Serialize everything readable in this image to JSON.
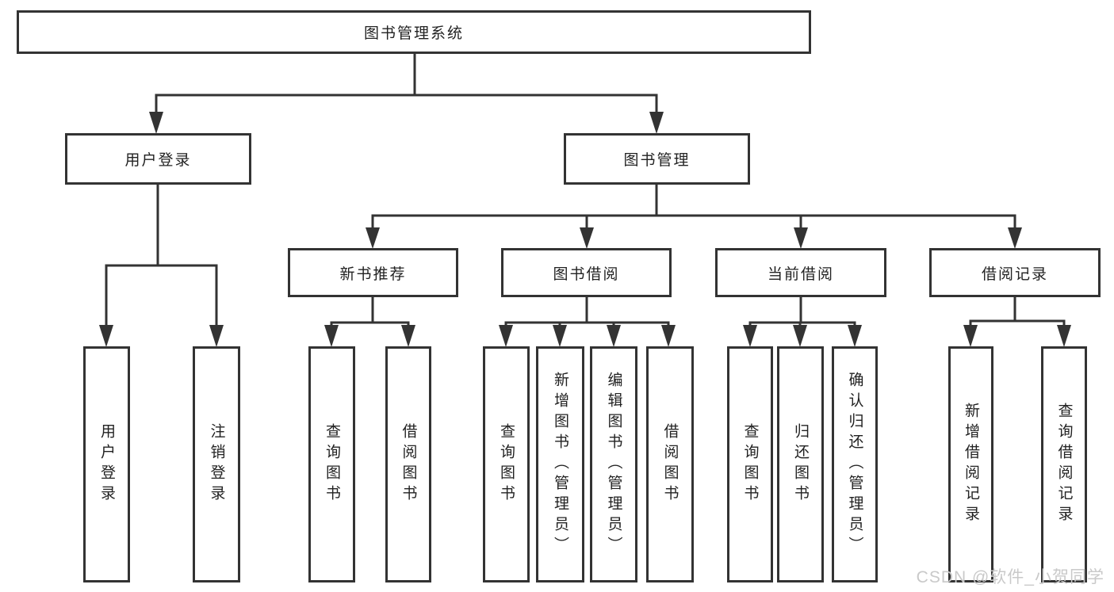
{
  "diagram": {
    "type": "tree",
    "title": "图书管理系统",
    "root": {
      "label": "图书管理系统"
    },
    "branches": [
      {
        "label": "用户登录",
        "leaves": [
          "用户登录",
          "注销登录"
        ]
      },
      {
        "label": "图书管理",
        "children": [
          {
            "label": "新书推荐",
            "leaves": [
              "查询图书",
              "借阅图书"
            ]
          },
          {
            "label": "图书借阅",
            "leaves": [
              "查询图书",
              "新增图书（管理员）",
              "编辑图书（管理员）",
              "借阅图书"
            ]
          },
          {
            "label": "当前借阅",
            "leaves": [
              "查询图书",
              "归还图书",
              "确认归还（管理员）"
            ]
          },
          {
            "label": "借阅记录",
            "leaves": [
              "新增借阅记录",
              "查询借阅记录"
            ]
          }
        ]
      }
    ],
    "watermark": "CSDN @软件_小贺同学",
    "colors": {
      "line": "#333333",
      "box_border": "#333333",
      "box_fill": "#ffffff",
      "text": "#222222",
      "watermark": "#c9c9c9",
      "background": "#ffffff"
    }
  }
}
